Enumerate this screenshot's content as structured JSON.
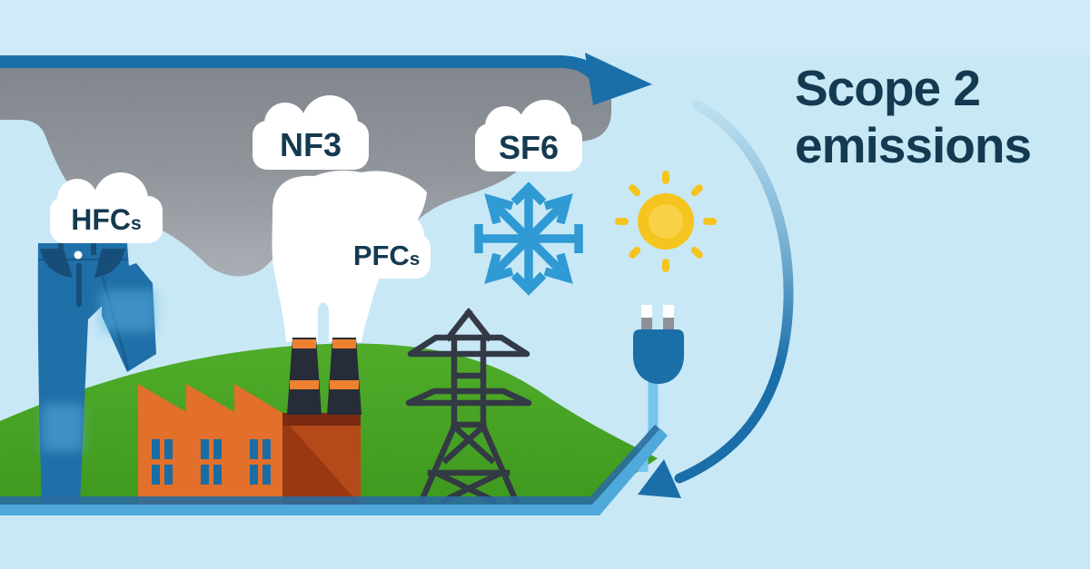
{
  "title": {
    "line1": "Scope 2",
    "line2": "emissions"
  },
  "gas_labels": [
    {
      "name": "HFCs",
      "main": "HFC",
      "sub": "s"
    },
    {
      "name": "NF3",
      "main": "NF3",
      "sub": ""
    },
    {
      "name": "SF6",
      "main": "SF6",
      "sub": ""
    },
    {
      "name": "PFCs",
      "main": "PFC",
      "sub": "s"
    }
  ],
  "scene": {
    "icons": [
      "flow-arrow-top",
      "cycle-arrow-right",
      "smoke-cloud",
      "jeans",
      "factory",
      "chimneys",
      "electricity-pylon",
      "snowflake",
      "sun",
      "power-plug",
      "green-hill"
    ]
  },
  "colors": {
    "background": "#c8e8f6",
    "top_band": "#d0ebf8",
    "title_text": "#143a51",
    "arrow_blue": "#1a6fa9",
    "cloud_gray": "#9aa0a6",
    "label_cloud_bg": "#ffffff",
    "hill_green": "#4cab27",
    "factory_orange": "#e2702a",
    "factory_red": "#9a3812",
    "window_blue": "#1a6ca5",
    "chimney_dark": "#262d39",
    "chimney_band": "#ee8130",
    "pylon_dark": "#333a45",
    "snowflake_blue": "#2f9ad3",
    "sun_yellow": "#f5c41e",
    "sun_core": "#f9d34a",
    "plug_blue": "#1a6fa9",
    "cable_blue": "#74c6ee",
    "jeans_blue": "#1f6fa8",
    "jeans_dark": "#174e79",
    "ground_edge": "#4fa9db"
  }
}
